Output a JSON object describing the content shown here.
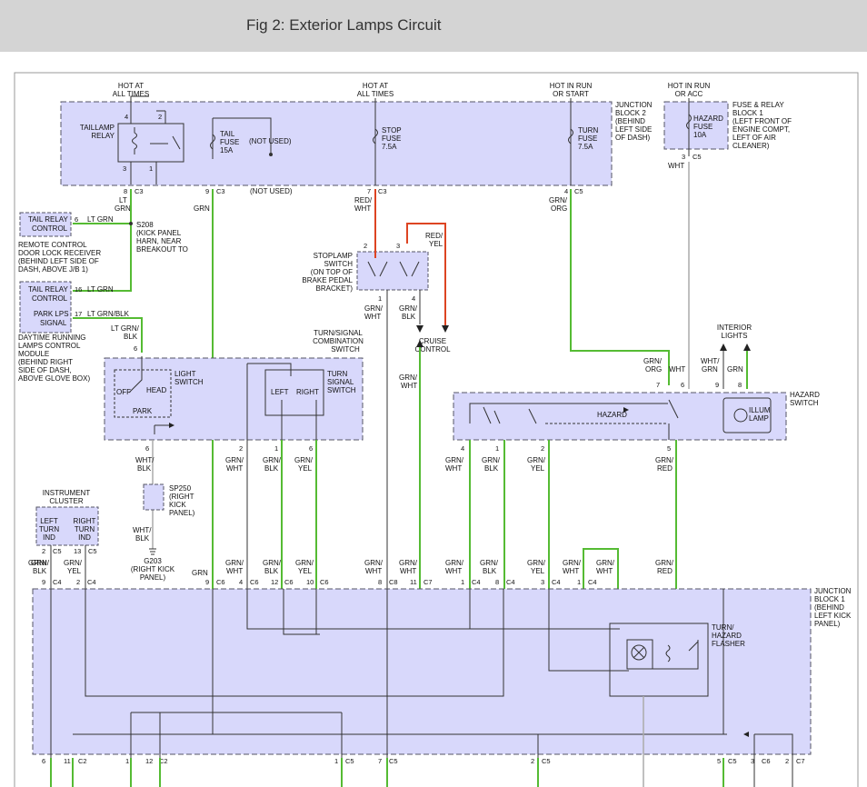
{
  "header": {
    "title": "Fig 2: Exterior Lamps Circuit"
  },
  "top": {
    "hot_always_1": [
      "HOT AT",
      "ALL TIMES"
    ],
    "hot_always_2": [
      "HOT AT",
      "ALL TIMES"
    ],
    "hot_run_start": [
      "HOT IN RUN",
      "OR START"
    ],
    "hot_run_acc": [
      "HOT IN RUN",
      "OR ACC"
    ],
    "jb2_label": [
      "JUNCTION",
      "BLOCK 2",
      "(BEHIND",
      "LEFT SIDE",
      "OF DASH)"
    ],
    "fuse_relay_label": [
      "FUSE & RELAY",
      "BLOCK 1",
      "(LEFT FRONT OF",
      "ENGINE COMPT,",
      "LEFT OF AIR",
      "CLEANER)"
    ],
    "taillamp_relay": [
      "TAILLAMP",
      "RELAY"
    ],
    "tail_fuse": [
      "TAIL",
      "FUSE",
      "15A"
    ],
    "not_used": "(NOT USED)",
    "stop_fuse": [
      "STOP",
      "FUSE",
      "7.5A"
    ],
    "turn_fuse": [
      "TURN",
      "FUSE",
      "7.5A"
    ],
    "hazard_fuse": [
      "HAZARD",
      "FUSE",
      "10A"
    ]
  },
  "left": {
    "tail_relay_control_1": [
      "TAIL RELAY",
      "CONTROL"
    ],
    "remote_control": [
      "REMOTE CONTROL",
      "DOOR LOCK RECEIVER",
      "(BEHIND LEFT SIDE OF",
      "DASH, ABOVE J/B 1)"
    ],
    "s208": [
      "S208",
      "(KICK PANEL",
      "HARN, NEAR",
      "BREAKOUT TO"
    ],
    "tail_relay_control_2": [
      "TAIL RELAY",
      "CONTROL"
    ],
    "park_lps_signal": [
      "PARK LPS",
      "SIGNAL"
    ],
    "drl_module": [
      "DAYTIME RUNNING",
      "LAMPS CONTROL",
      "MODULE",
      "(BEHIND RIGHT",
      "SIDE OF DASH,",
      "ABOVE GLOVE BOX)"
    ],
    "instrument_cluster": [
      "INSTRUMENT",
      "CLUSTER"
    ],
    "left_turn_ind": [
      "LEFT",
      "TURN",
      "IND"
    ],
    "right_turn_ind": [
      "RIGHT",
      "TURN",
      "IND"
    ],
    "sp250": [
      "SP250",
      "(RIGHT",
      "KICK",
      "PANEL)"
    ],
    "g203": [
      "G203",
      "(RIGHT KICK",
      "PANEL)"
    ]
  },
  "middle": {
    "stoplamp_switch": [
      "STOPLAMP",
      "SWITCH",
      "(ON TOP OF",
      "BRAKE PEDAL",
      "BRACKET)"
    ],
    "cruise_control": [
      "CRUISE",
      "CONTROL"
    ],
    "turn_signal_combo": [
      "TURN/SIGNAL",
      "COMBINATION",
      "SWITCH"
    ],
    "light_switch": [
      "LIGHT",
      "SWITCH"
    ],
    "off": "OFF",
    "head": "HEAD",
    "park": "PARK",
    "turn_signal_switch": [
      "TURN",
      "SIGNAL",
      "SWITCH"
    ],
    "left": "LEFT",
    "right": "RIGHT"
  },
  "right": {
    "interior_lights": [
      "INTERIOR",
      "LIGHTS"
    ],
    "hazard_switch": [
      "HAZARD",
      "SWITCH"
    ],
    "hazard": "HAZARD",
    "illum_lamp": [
      "ILLUM",
      "LAMP"
    ],
    "jb1_label": [
      "JUNCTION",
      "BLOCK 1",
      "(BEHIND",
      "LEFT KICK",
      "PANEL)"
    ],
    "flasher": [
      "TURN/",
      "HAZARD",
      "FLASHER"
    ]
  },
  "wires": {
    "lt_grn": [
      "LT",
      "GRN"
    ],
    "grn": "GRN",
    "red_wht": [
      "RED/",
      "WHT"
    ],
    "grn_org": [
      "GRN/",
      "ORG"
    ],
    "wht": "WHT",
    "lt_grn_h": "LT GRN",
    "lt_grn_blk_h": "LT GRN/BLK",
    "lt_grn_blk": [
      "LT GRN/",
      "BLK"
    ],
    "red_yel": [
      "RED/",
      "YEL"
    ],
    "grn_wht": [
      "GRN/",
      "WHT"
    ],
    "grn_blk": [
      "GRN/",
      "BLK"
    ],
    "grn_yel": [
      "GRN/",
      "YEL"
    ],
    "wht_blk": [
      "WHT/",
      "BLK"
    ],
    "wht_grn": [
      "WHT/",
      "GRN"
    ],
    "grn_red": [
      "GRN/",
      "RED"
    ]
  },
  "pins": {
    "c3": "C3",
    "c5": "C5",
    "c4": "C4",
    "c6": "C6",
    "c7": "C7",
    "c8": "C8",
    "c2": "C2"
  },
  "colors": {
    "green_wire": "#55bb33",
    "red_wire": "#dd4422",
    "gray_wire": "#aaaaaa",
    "module_fill": "#d8d8fb"
  }
}
